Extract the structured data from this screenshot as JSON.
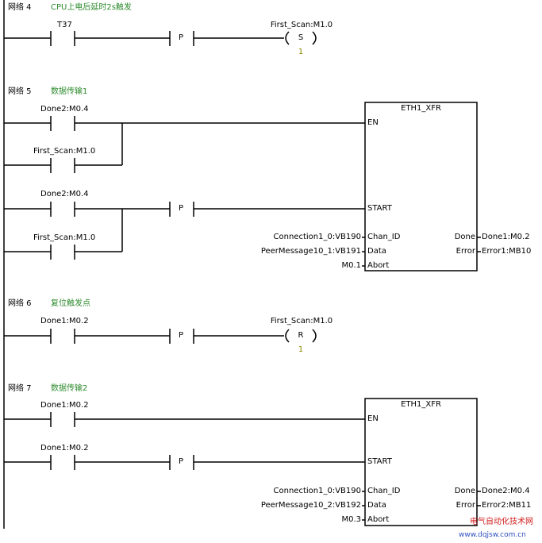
{
  "networks": [
    {
      "label": "网络 4",
      "comment": "CPU上电后延时2s触发",
      "contact": "T37",
      "p_label": "P",
      "coil_operand": "First_Scan:M1.0",
      "coil_type": "S",
      "coil_count": "1"
    },
    {
      "label": "网络 5",
      "comment": "数据传输1",
      "en_contacts": [
        "Done2:M0.4",
        "First_Scan:M1.0"
      ],
      "start_contacts": [
        "Done2:M0.4",
        "First_Scan:M1.0"
      ],
      "p_label": "P",
      "box": {
        "title": "ETH1_XFR",
        "en": "EN",
        "start": "START",
        "inputs": [
          {
            "operand": "Connection1_0:VB190",
            "pin": "Chan_ID"
          },
          {
            "operand": "PeerMessage10_1:VB191",
            "pin": "Data"
          },
          {
            "operand": "M0.1",
            "pin": "Abort"
          }
        ],
        "outputs": [
          {
            "pin": "Done",
            "operand": "Done1:M0.2"
          },
          {
            "pin": "Error",
            "operand": "Error1:MB10"
          }
        ]
      }
    },
    {
      "label": "网络 6",
      "comment": "复位触发点",
      "contact": "Done1:M0.2",
      "p_label": "P",
      "coil_operand": "First_Scan:M1.0",
      "coil_type": "R",
      "coil_count": "1"
    },
    {
      "label": "网络 7",
      "comment": "数据传输2",
      "en_contact": "Done1:M0.2",
      "start_contact": "Done1:M0.2",
      "p_label": "P",
      "box": {
        "title": "ETH1_XFR",
        "en": "EN",
        "start": "START",
        "inputs": [
          {
            "operand": "Connection1_0:VB190",
            "pin": "Chan_ID"
          },
          {
            "operand": "PeerMessage10_2:VB192",
            "pin": "Data"
          },
          {
            "operand": "M0.3",
            "pin": "Abort"
          }
        ],
        "outputs": [
          {
            "pin": "Done",
            "operand": "Done2:M0.4"
          },
          {
            "pin": "Error",
            "operand": "Error2:MB11"
          }
        ]
      }
    }
  ],
  "watermark": {
    "line1": "电气自动化技术网",
    "line2": "www.dqjsw.com.cn"
  },
  "colors": {
    "comment": "#2e8b2e",
    "coil_count": "#8a8a00",
    "watermark_red": "#d02020",
    "watermark_blue": "#3050c0"
  }
}
